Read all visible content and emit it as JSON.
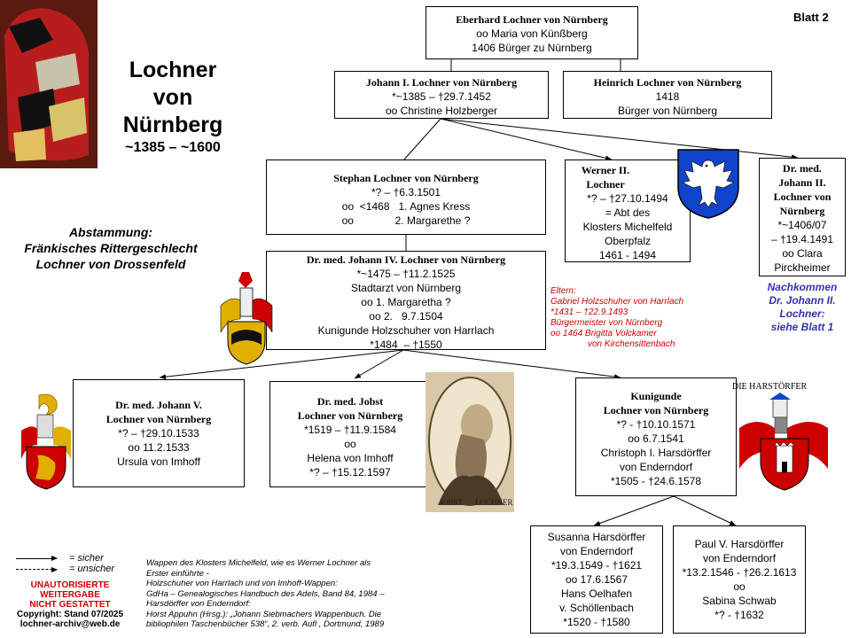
{
  "sheet": "Blatt 2",
  "title": {
    "line1": "Lochner",
    "line2": "von",
    "line3": "Nürnberg",
    "dates": "~1385 – ~1600"
  },
  "origin": {
    "line1": "Abstammung:",
    "line2": "Fränkisches Rittergeschlecht",
    "line3": "Lochner von Drossenfeld"
  },
  "persons": {
    "eberhard": {
      "name": "Eberhard Lochner von Nürnberg",
      "lines": [
        "oo Maria von Künßberg",
        "1406 Bürger zu Nürnberg"
      ]
    },
    "johann1": {
      "name": "Johann I. Lochner von  Nürnberg",
      "lines": [
        "*~1385 – †29.7.1452",
        "oo Christine Holzberger"
      ]
    },
    "heinrich": {
      "name": "Heinrich Lochner von Nürnberg",
      "lines": [
        "1418",
        "Bürger von Nürnberg"
      ]
    },
    "stephan": {
      "name": "Stephan Lochner von Nürnberg",
      "lines": [
        "*? – †6.3.1501",
        "oo  <1468   1. Agnes Kress",
        "oo              2. Margarethe ?"
      ]
    },
    "werner": {
      "name_lines": [
        "Werner II.",
        "Lochner"
      ],
      "lines": [
        "*? – †27.10.1494",
        "= Abt des",
        "Klosters Michelfeld",
        "Oberpfalz",
        "1461 - 1494"
      ]
    },
    "johann2": {
      "name_lines": [
        "Dr. med.",
        "Johann II.",
        "Lochner von",
        "Nürnberg"
      ],
      "lines": [
        "*~1406/07",
        "– †19.4.1491",
        "oo Clara",
        "Pirckheimer"
      ]
    },
    "johann4": {
      "name": "Dr. med. Johann IV. Lochner von Nürnberg",
      "lines": [
        "*~1475 – †11.2.1525",
        "Stadtarzt von Nürnberg",
        "oo 1. Margaretha ?",
        "oo 2.   9.7.1504",
        "Kunigunde Holzschuher von Harrlach",
        "*1484  – †1550"
      ]
    },
    "johann5": {
      "name_lines": [
        "Dr. med. Johann V.",
        "Lochner von Nürnberg"
      ],
      "lines": [
        "*? – †29.10.1533",
        "oo 11.2.1533",
        "Ursula von Imhoff"
      ]
    },
    "jobst": {
      "name_lines": [
        "Dr. med. Jobst",
        "Lochner von Nürnberg"
      ],
      "lines": [
        "*1519 – †11.9.1584",
        "oo",
        "Helena von Imhoff",
        "*? – †15.12.1597"
      ]
    },
    "kunigunde": {
      "name_lines": [
        "Kunigunde",
        "Lochner von Nürnberg"
      ],
      "lines": [
        "*? - †10.10.1571",
        "oo 6.7.1541",
        "Christoph  I. Harsdörffer",
        "von Enderndorf",
        "*1505 - †24.6.1578"
      ]
    },
    "susanna": {
      "lines": [
        "Susanna Harsdörffer",
        "von Enderndorf",
        "*19.3.1549 - †1621",
        "oo 17.6.1567",
        "Hans Oelhafen",
        "v. Schöllenbach",
        "*1520 - †1580"
      ]
    },
    "paul": {
      "lines": [
        "Paul V. Harsdörffer",
        "von Enderndorf",
        "*13.2.1546 - †26.2.1613",
        "oo",
        "Sabina Schwab",
        "*? - †1632"
      ]
    }
  },
  "parents_note": {
    "lines": [
      "Eltern:",
      "Gabriel Holzschuher von Harrlach",
      "*1431 – †22.9.1493",
      "Bürgermeister von Nürnberg",
      "oo 1464 Brigitta Volckamer",
      "von Kirchensittenbach"
    ]
  },
  "descendants_note": {
    "lines": [
      "Nachkommen",
      "Dr. Johann II.",
      "Lochner:",
      "siehe Blatt 1"
    ]
  },
  "legend": {
    "solid": "= sicher",
    "dashed": "= unsicher"
  },
  "copyright": {
    "lines": [
      "UNAUTORISIERTE",
      "WEITERGABE",
      "NICHT GESTATTET",
      "Copyright: Stand 07/2025",
      "lochner-archiv@web.de"
    ]
  },
  "sources": {
    "lines": [
      "Wappen des Klosters Michelfeld, wie es Werner Lochner als",
      "Erster einführte -",
      "Holzschuher von Harrlach und von Imhoff-Wappen:",
      "GdHa – Genealogisches Handbuch des Adels, Band 84, 1984 –",
      "Harsdörffer von Enderndorf:",
      "Horst Appuhn (Hrsg.): „Johann Siebmachers Wappenbuch. Die",
      "bibliophilen Taschenbücher 538“, 2. verb. Aufl , Dortmund, 1989"
    ]
  },
  "portrait_caption": {
    "left": "IOBST",
    "right": "LOCHNER"
  },
  "crest_caption": "DIE HARSTÖRFER",
  "colors": {
    "red": "#cc0000",
    "blue_note": "#3333aa",
    "gold": "#e0b000",
    "crest_blue": "#1144cc"
  }
}
